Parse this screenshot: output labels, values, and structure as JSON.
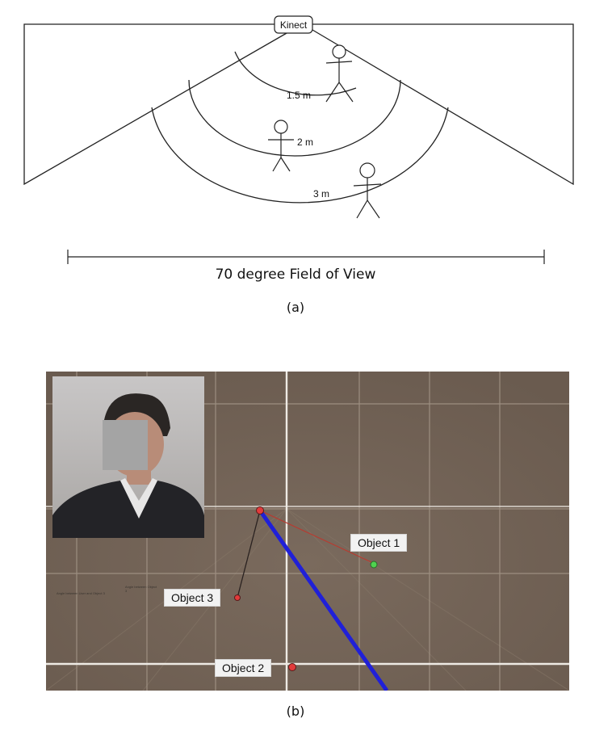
{
  "figure_a": {
    "sensor_label": "Kinect",
    "arc_labels": [
      "1.5 m",
      "2 m",
      "3 m"
    ],
    "fov_label": "70 degree Field of View",
    "caption": "(a)"
  },
  "figure_b": {
    "caption": "(b)",
    "objects": [
      "Object 1",
      "Object 3",
      "Object 2"
    ],
    "faint_notes": [
      "Angle between User and Object 3",
      "Angle between Object 3"
    ],
    "colors": {
      "floor": "#736356",
      "grid_line": "#a89a8c",
      "axis_line": "#eeeae4",
      "user_ray": "#2020d8",
      "object_link": "#b83a30",
      "object_red": "#e23b3b",
      "object_green": "#4fd24f"
    }
  }
}
